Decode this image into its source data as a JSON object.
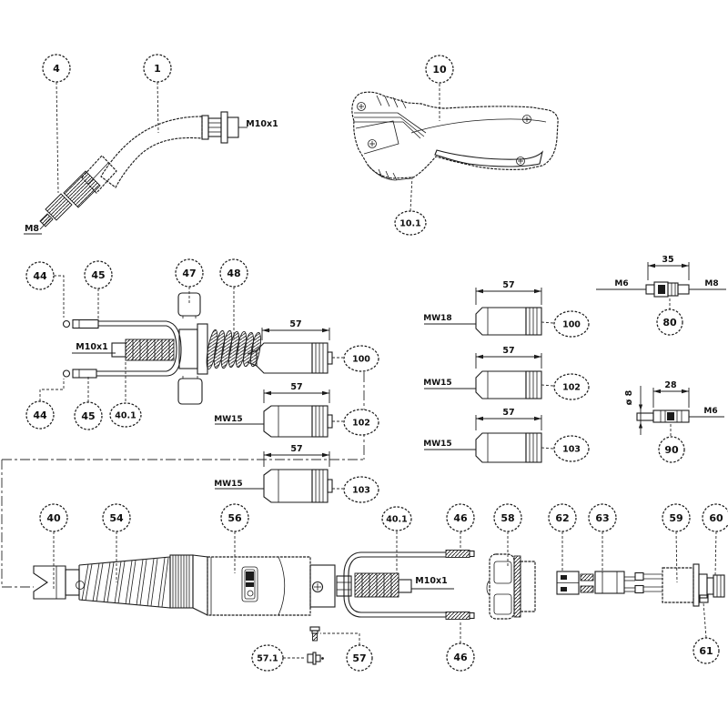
{
  "callouts": [
    {
      "label": "4"
    },
    {
      "label": "1"
    },
    {
      "label": "10"
    },
    {
      "label": "10.1"
    },
    {
      "label": "44"
    },
    {
      "label": "45"
    },
    {
      "label": "47"
    },
    {
      "label": "48"
    },
    {
      "label": "44"
    },
    {
      "label": "45"
    },
    {
      "label": "40.1"
    },
    {
      "label": "100"
    },
    {
      "label": "102"
    },
    {
      "label": "103"
    },
    {
      "label": "100"
    },
    {
      "label": "102"
    },
    {
      "label": "103"
    },
    {
      "label": "80"
    },
    {
      "label": "90"
    },
    {
      "label": "40"
    },
    {
      "label": "54"
    },
    {
      "label": "56"
    },
    {
      "label": "40.1"
    },
    {
      "label": "46"
    },
    {
      "label": "58"
    },
    {
      "label": "62"
    },
    {
      "label": "63"
    },
    {
      "label": "59"
    },
    {
      "label": "60"
    },
    {
      "label": "46"
    },
    {
      "label": "61"
    },
    {
      "label": "57.1"
    },
    {
      "label": "57"
    }
  ],
  "dims": [
    {
      "text": "57"
    },
    {
      "text": "57"
    },
    {
      "text": "57"
    },
    {
      "text": "57"
    },
    {
      "text": "57"
    },
    {
      "text": "57"
    },
    {
      "text": "35"
    },
    {
      "text": "28"
    },
    {
      "text": "ø 8"
    }
  ],
  "threads": [
    {
      "text": "M10x1"
    },
    {
      "text": "M8"
    },
    {
      "text": "M10x1"
    },
    {
      "text": "M10x1"
    },
    {
      "text": "M6"
    },
    {
      "text": "M8"
    },
    {
      "text": "M6"
    }
  ],
  "mw": [
    {
      "text": "MW18"
    },
    {
      "text": "MW15"
    },
    {
      "text": "MW15"
    },
    {
      "text": "MW15"
    },
    {
      "text": "MW15"
    }
  ]
}
